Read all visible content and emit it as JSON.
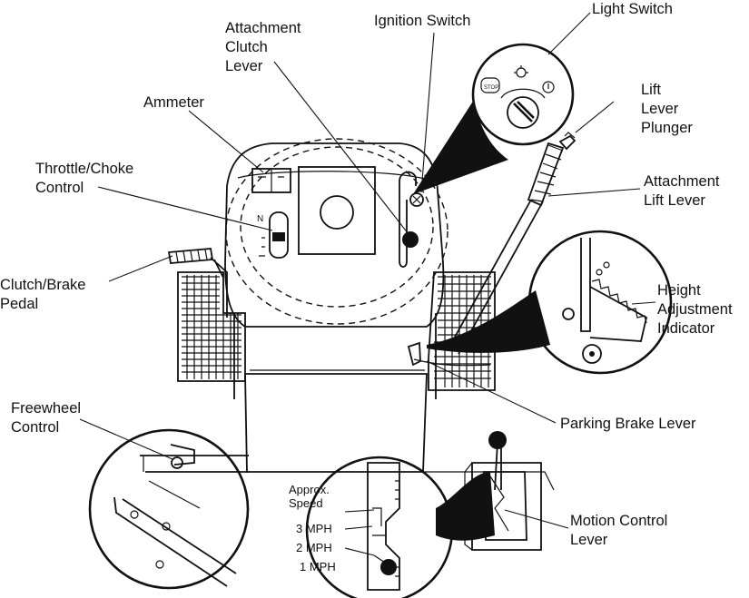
{
  "labels": {
    "attachment_clutch_lever": "Attachment\nClutch\nLever",
    "ignition_switch": "Ignition Switch",
    "light_switch": "Light Switch",
    "ammeter": "Ammeter",
    "lift_lever_plunger": "Lift\nLever\nPlunger",
    "throttle_choke_control": "Throttle/Choke\nControl",
    "attachment_lift_lever": "Attachment\nLift Lever",
    "clutch_brake_pedal": "Clutch/Brake\nPedal",
    "height_adjustment_indicator": "Height\nAdjustment\nIndicator",
    "freewheel_control": "Freewheel\nControl",
    "parking_brake_lever": "Parking Brake Lever",
    "motion_control_lever": "Motion Control\nLever"
  },
  "speed_gate": {
    "heading": "Approx.\nSpeed",
    "speeds": [
      "3 MPH",
      "2 MPH",
      "1 MPH"
    ]
  },
  "switch_markings": {
    "stop": "STOP",
    "ignition_n": "N"
  }
}
